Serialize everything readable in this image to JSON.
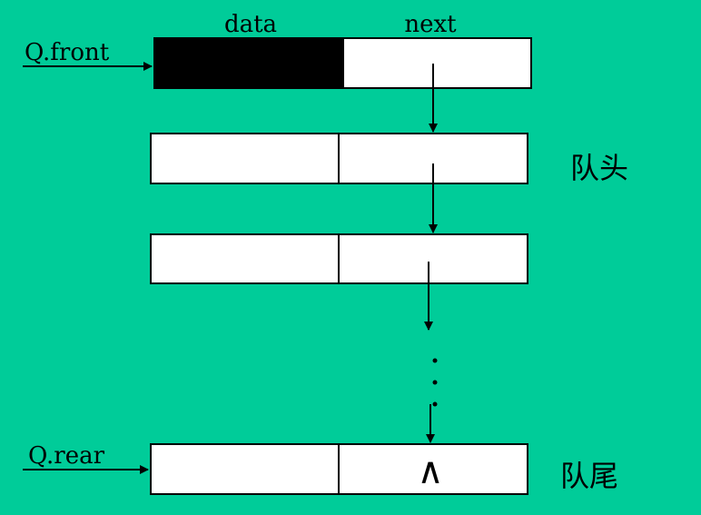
{
  "diagram": {
    "column_labels": {
      "data": "data",
      "next": "next"
    },
    "pointers": {
      "front": "Q.front",
      "rear": "Q.rear"
    },
    "side_labels": {
      "head": "队头",
      "tail": "队尾"
    },
    "null_symbol": "∧",
    "ellipsis_dots": 3
  },
  "colors": {
    "background": "#00CC99",
    "header_data_fill": "#000000",
    "node_fill": "#FFFFFF",
    "stroke": "#000000"
  }
}
